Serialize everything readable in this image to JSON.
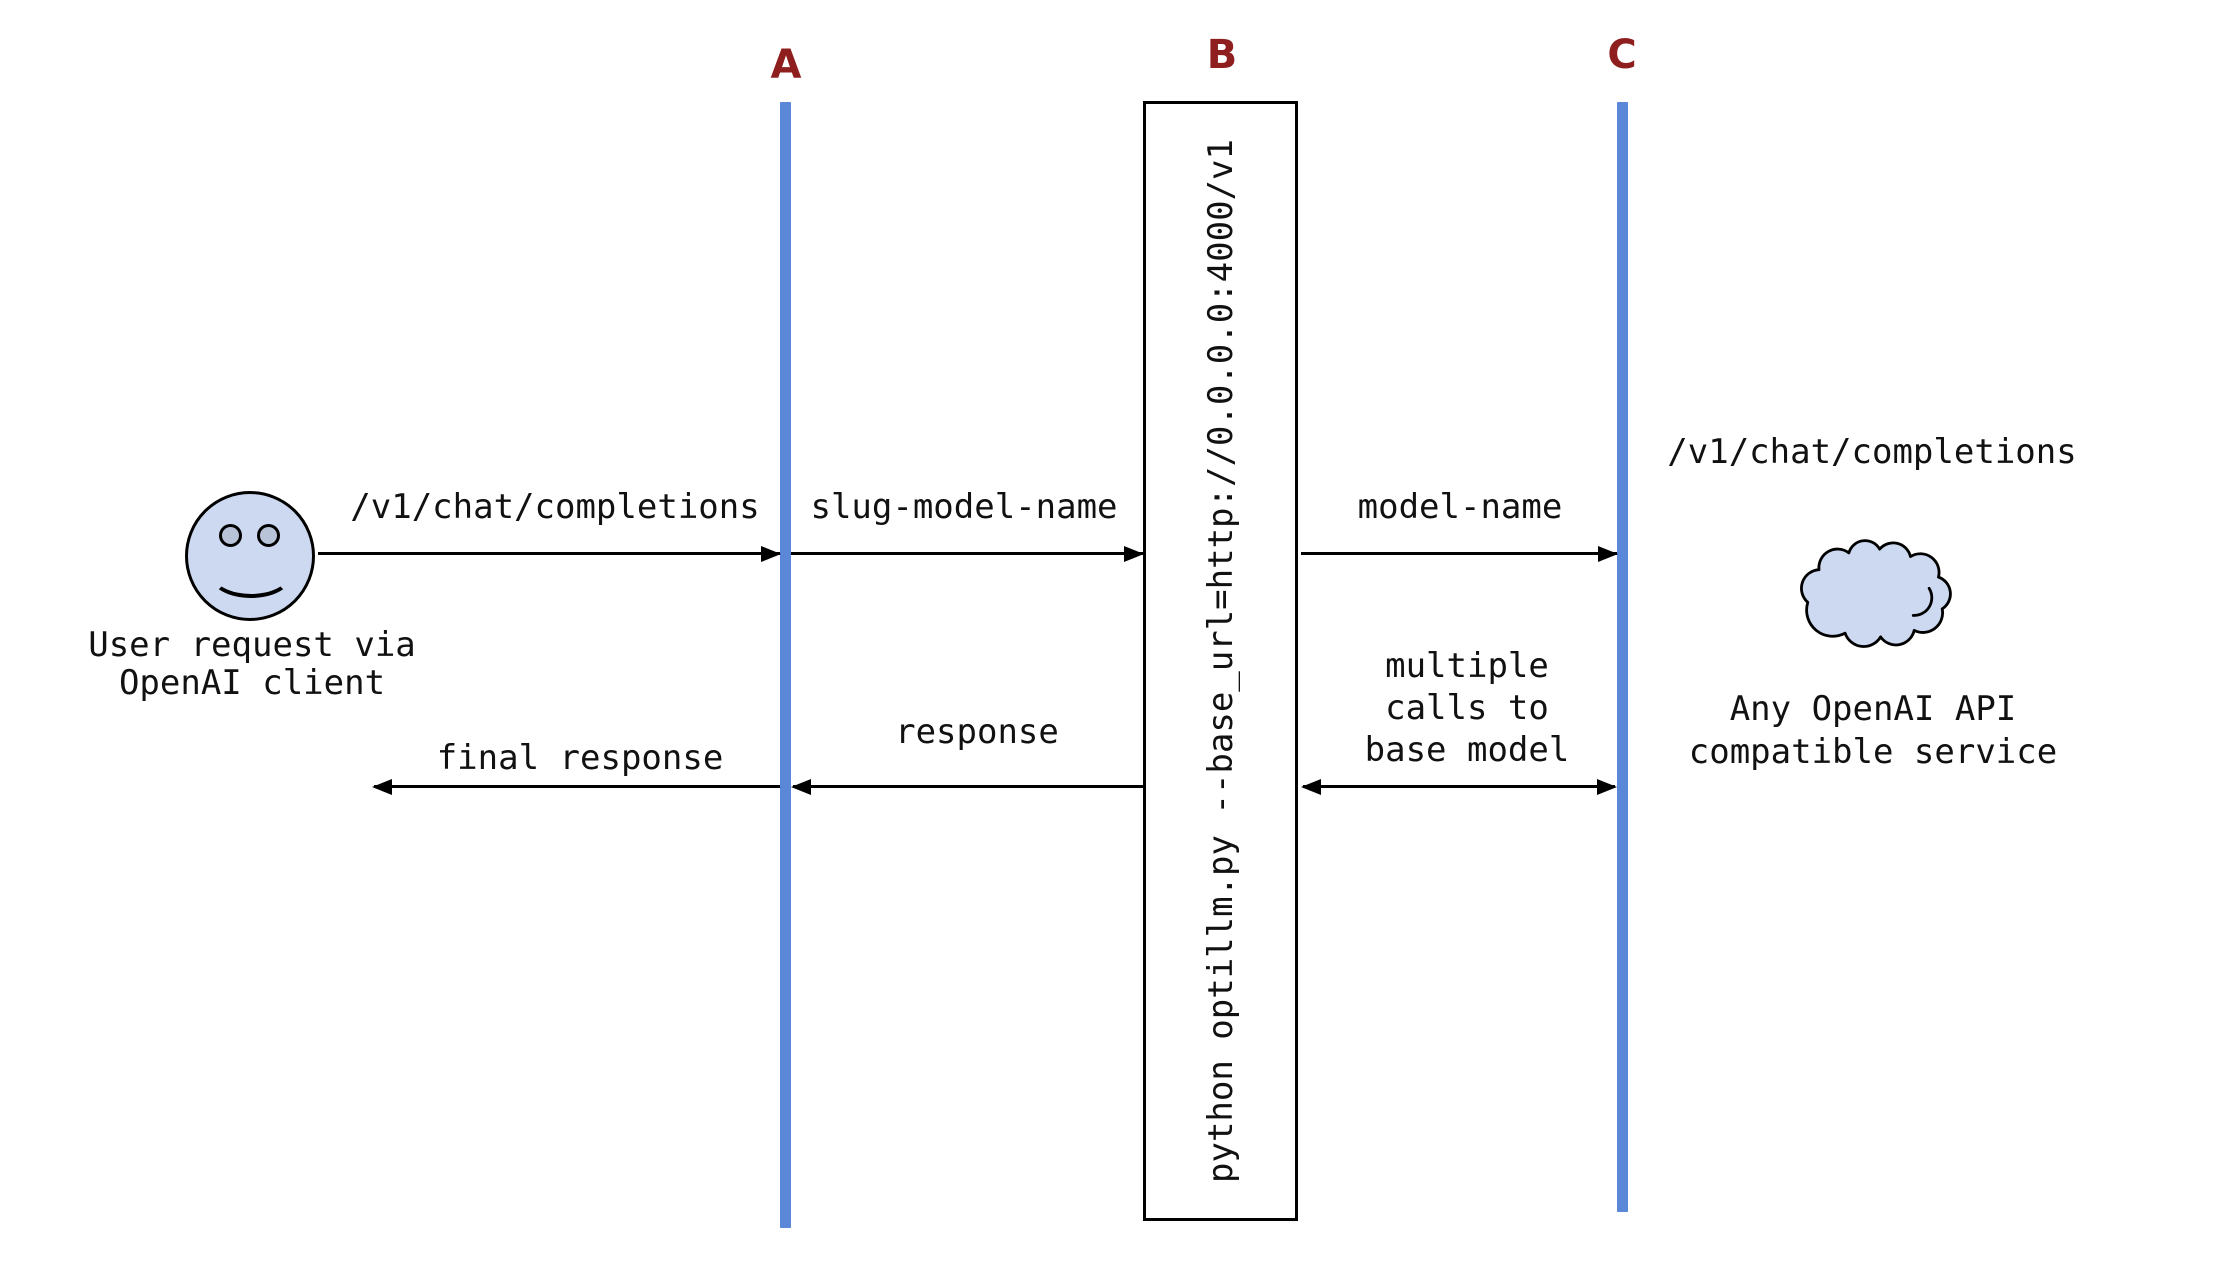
{
  "lifelines": {
    "a_label": "A",
    "b_label": "B",
    "c_label": "C"
  },
  "proxy": {
    "command": "python optillm.py --base_url=http://0.0.0.0:4000/v1"
  },
  "actor": {
    "caption": [
      "User request via",
      "OpenAI client"
    ]
  },
  "messages": {
    "request": "/v1/chat/completions",
    "slug": "slug-model-name",
    "model": "model-name",
    "final_response": "final response",
    "response": "response",
    "multiple_calls": [
      "multiple",
      "calls to",
      "base model"
    ]
  },
  "service": {
    "endpoint": "/v1/chat/completions",
    "caption": [
      "Any OpenAI API",
      "compatible service"
    ]
  },
  "colors": {
    "lifeline_blue": "#5b87d8",
    "label_red": "#8f1f1f",
    "shape_fill": "#ccd9f0",
    "eye_fill": "#b8c3d8",
    "line_black": "#000000"
  }
}
